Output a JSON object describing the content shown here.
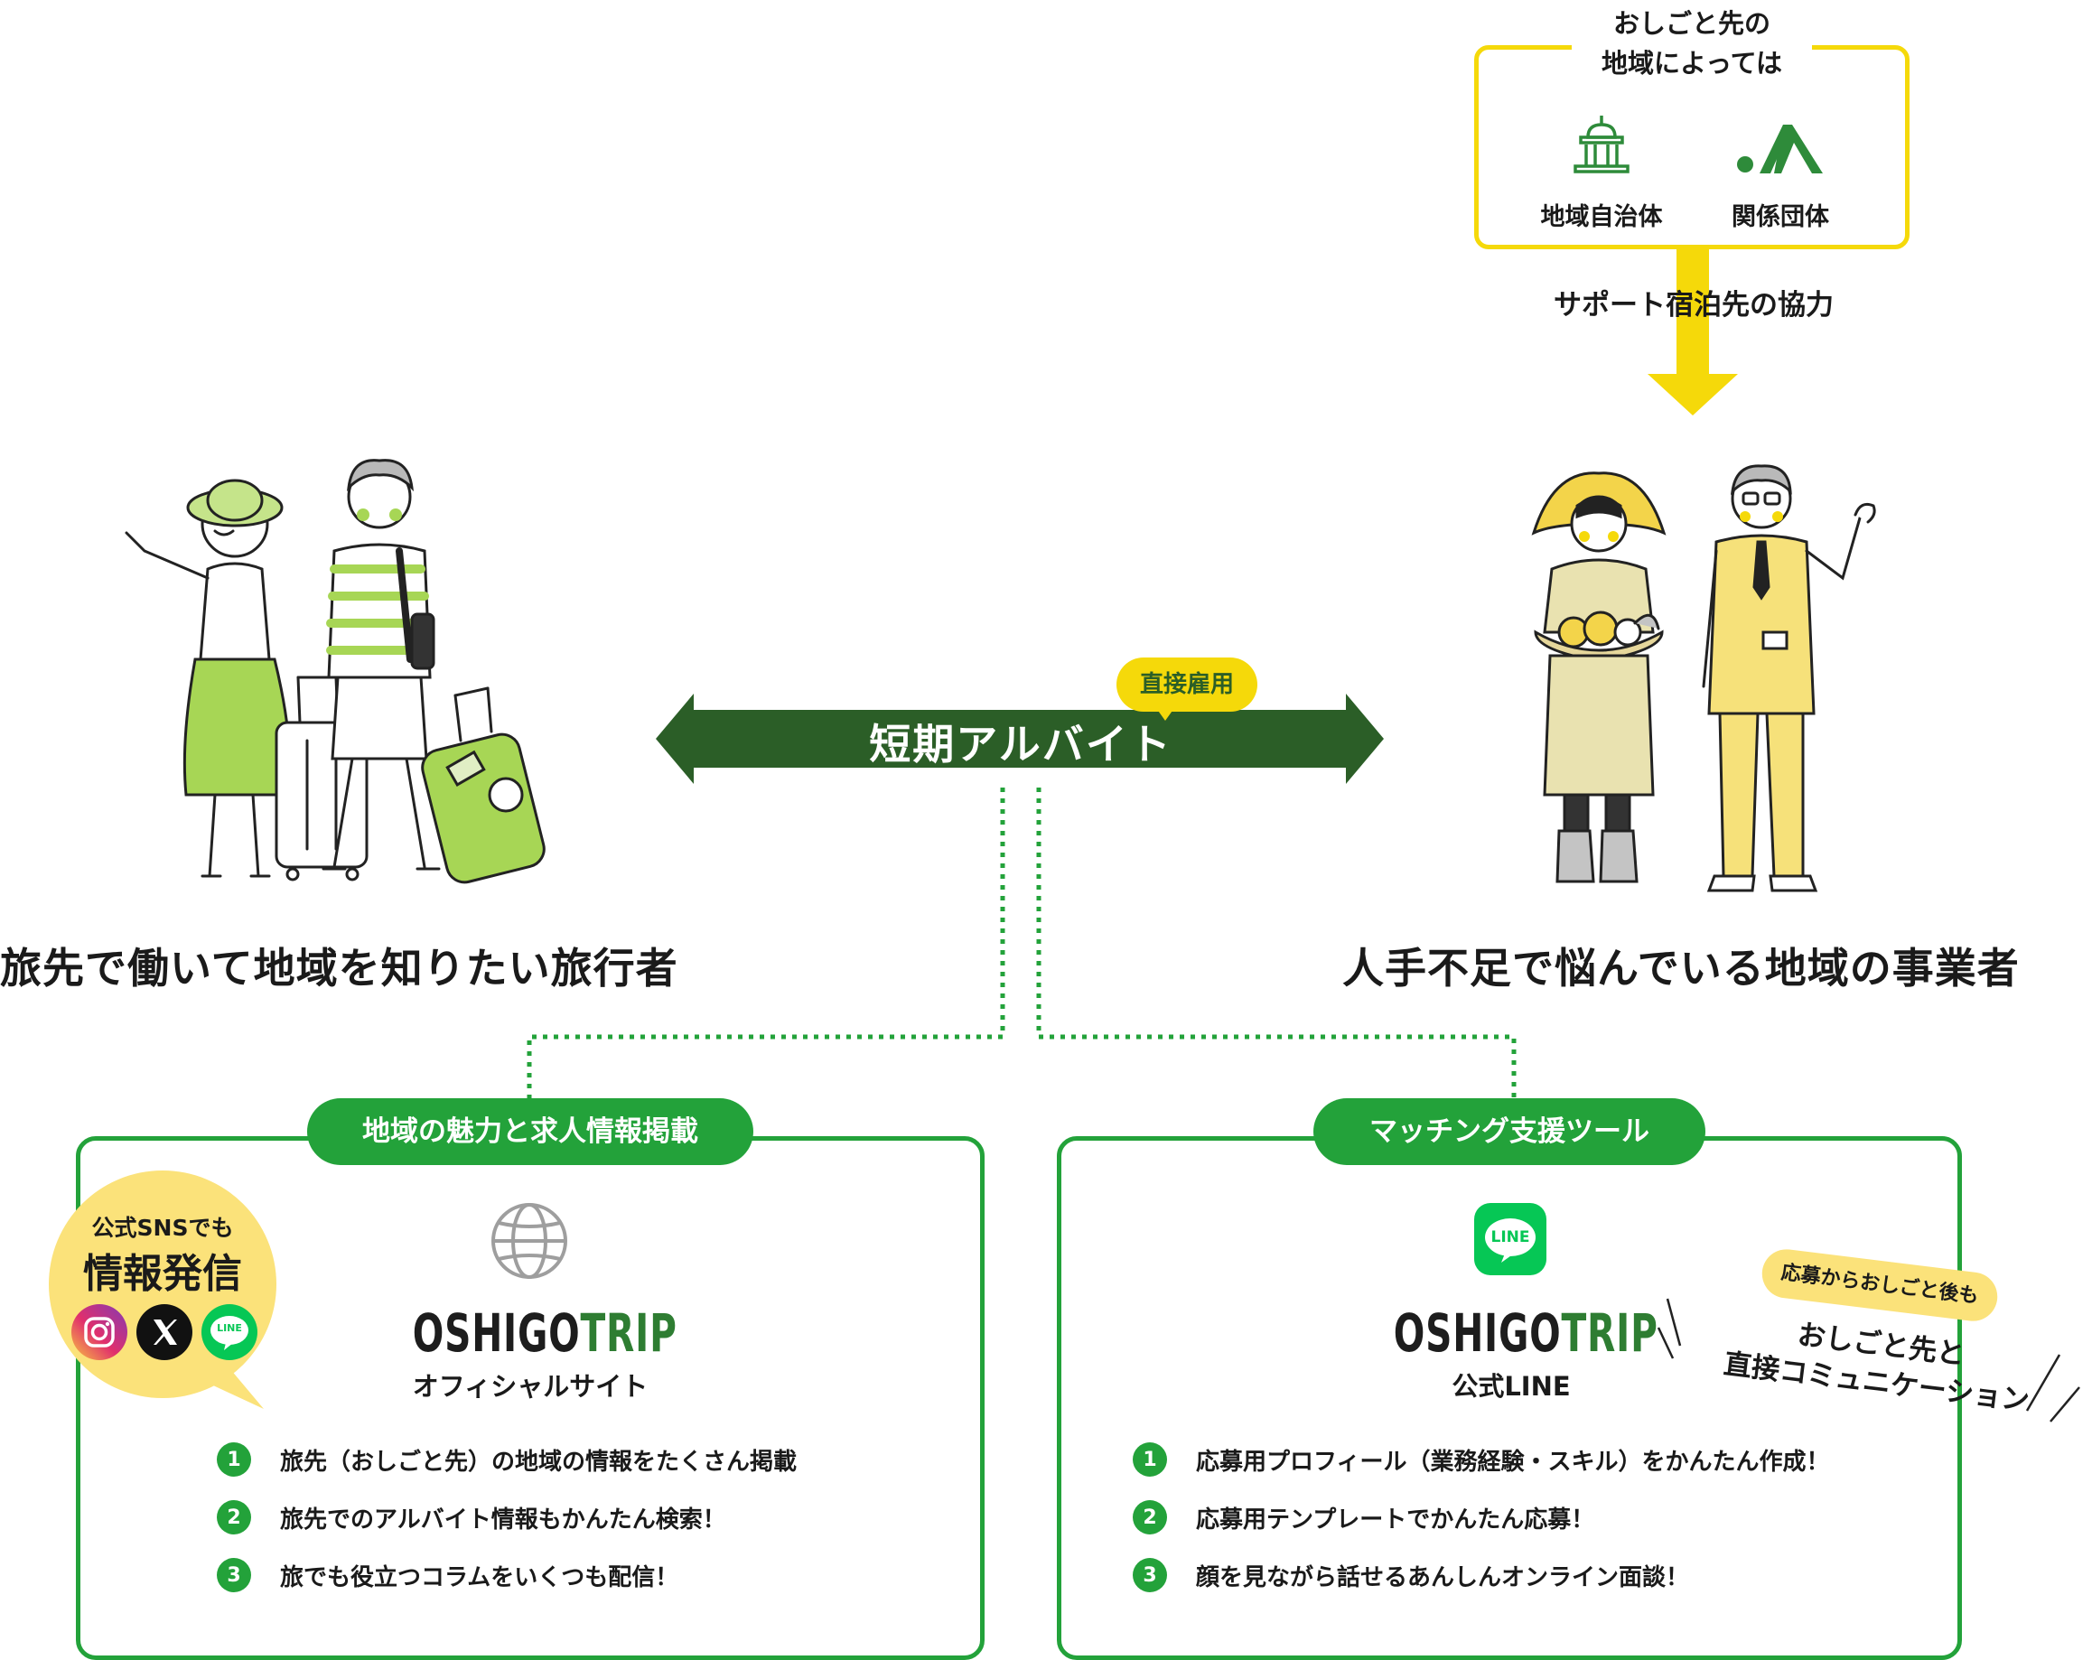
{
  "support_box": {
    "title_line1": "おしごと先の",
    "title_line2": "地域によっては",
    "items": [
      {
        "label": "地域自治体",
        "icon": "city-hall-icon"
      },
      {
        "label": "関係団体",
        "icon": "ja-logo-icon"
      }
    ],
    "arrow_label": "サポート宿泊先の協力"
  },
  "left_party": {
    "label": "旅先で働いて地域を知りたい旅行者"
  },
  "right_party": {
    "label": "人手不足で悩んでいる地域の事業者"
  },
  "center_link": {
    "label": "短期アルバイト",
    "badge": "直接雇用"
  },
  "website_card": {
    "pill": "地域の魅力と求人情報掲載",
    "logo_part1": "OSHIGO",
    "logo_part2": "TRIP",
    "subtitle": "オフィシャルサイト",
    "sns_bubble": {
      "line1": "公式SNSでも",
      "line2": "情報発信",
      "icons": [
        "instagram-icon",
        "x-icon",
        "line-icon"
      ],
      "line_icon_text": "LINE"
    },
    "features": [
      {
        "num": "1",
        "text": "旅先（おしごと先）の地域の情報をたくさん掲載"
      },
      {
        "num": "2",
        "text": "旅先でのアルバイト情報もかんたん検索！"
      },
      {
        "num": "3",
        "text": "旅でも役立つコラムをいくつも配信！"
      }
    ]
  },
  "line_card": {
    "pill": "マッチング支援ツール",
    "icon_text": "LINE",
    "logo_part1": "OSHIGO",
    "logo_part2": "TRIP",
    "subtitle": "公式LINE",
    "callout_badge": "応募からおしごと後も",
    "callout_line1": "おしごと先と",
    "callout_line2": "直接コミュニケーション",
    "features": [
      {
        "num": "1",
        "text": "応募用プロフィール（業務経験・スキル）をかんたん作成！"
      },
      {
        "num": "2",
        "text": "応募用テンプレートでかんたん応募！"
      },
      {
        "num": "3",
        "text": "顔を見ながら話せるあんしんオンライン面談！"
      }
    ]
  },
  "colors": {
    "green": "#23a23a",
    "dark_green": "#2b5e27",
    "yellow": "#f5d90a",
    "light_yellow": "#fbe27a",
    "lime": "#9dd64a"
  }
}
